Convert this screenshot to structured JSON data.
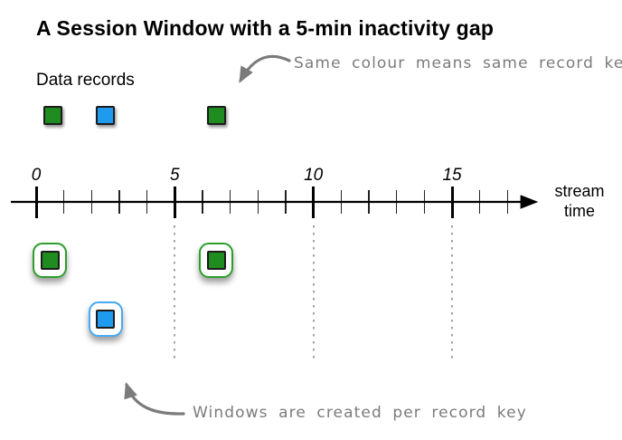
{
  "title": "A Session Window with a 5-min inactivity gap",
  "records_label": "Data records",
  "annotations": {
    "top": "Same colour means same record key",
    "bottom": "Windows are created per record key"
  },
  "axis": {
    "major_ticks": [
      {
        "label": "0",
        "time": 0
      },
      {
        "label": "5",
        "time": 5
      },
      {
        "label": "10",
        "time": 10
      },
      {
        "label": "15",
        "time": 15
      }
    ],
    "minor_ticks_total": 18,
    "dotted_lines_at": [
      5,
      10,
      15
    ],
    "label_line1": "stream",
    "label_line2": "time"
  },
  "records": [
    {
      "key": "green",
      "time": 0.6
    },
    {
      "key": "blue",
      "time": 2.5
    },
    {
      "key": "green",
      "time": 6.5
    }
  ],
  "windows": [
    {
      "key": "green",
      "time": 0.5,
      "row": 0
    },
    {
      "key": "blue",
      "time": 2.5,
      "row": 1
    },
    {
      "key": "green",
      "time": 6.5,
      "row": 0
    }
  ],
  "colors": {
    "green_record": "#1f8c1f",
    "blue_record": "#1e9bef",
    "green_window_border": "#2d9e2d",
    "blue_window_border": "#47aaf2",
    "record_border": "#1c1c1c",
    "annotation_gray": "#7b7b7b",
    "dotted_gray": "#a3a3a3"
  }
}
